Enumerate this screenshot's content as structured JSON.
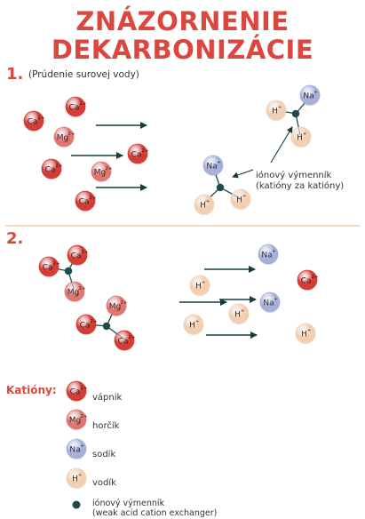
{
  "title": {
    "line1": "ZNÁZORNENIE",
    "line2": "DEKARBONIZÁCIE"
  },
  "step1": {
    "number": "1.",
    "subtitle": "(Prúdenie surovej vody)"
  },
  "step2": {
    "number": "2."
  },
  "exchanger_note": {
    "line1": "iónový výmenník",
    "line2": "(katióny za katióny)"
  },
  "ions": {
    "ca": "Ca",
    "mg": "Mg",
    "na": "Na",
    "h": "H",
    "charge2": "2+",
    "charge1": "+"
  },
  "legend": {
    "heading": "Katióny:",
    "items": [
      {
        "ion": "ca",
        "label": "vápnik"
      },
      {
        "ion": "mg",
        "label": "horčík"
      },
      {
        "ion": "na",
        "label": "sodík"
      },
      {
        "ion": "h",
        "label": "vodík"
      }
    ],
    "exchanger": {
      "line1": "iónový výmenník",
      "line2": "(weak acid cation exchanger)"
    }
  },
  "colors": {
    "accent": "#d9473f",
    "ca": "#d63c36",
    "mg": "#e07672",
    "na": "#a7b0d8",
    "h": "#f2cfb0",
    "exchanger": "#1f4a4a",
    "arrow": "#163c3c",
    "divider": "#f3d7c6"
  }
}
